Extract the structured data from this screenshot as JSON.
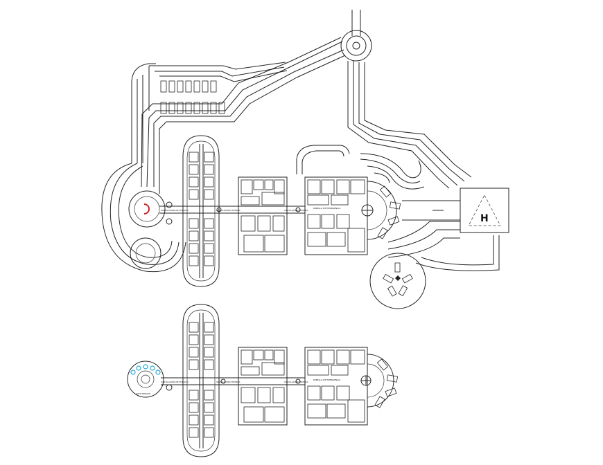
{
  "drawing": {
    "helipad_letter": "H",
    "corridor_labels": {
      "upper_left": "CIRCULACION DE PUBLICO",
      "upper_mid": "CIRCULACION TECNICA",
      "upper_right": "CIRCULACION TECNICA",
      "upper_pabellon": "PABELLO DE EMERGENCIA",
      "lower_left": "CIRCULACION DE PUBLICO",
      "lower_mid": "CIRCULACION TECNICA",
      "lower_right": "CIRCULACION TECNICA",
      "lower_pabellon": "PABELLO DE EMERGENCIA",
      "lower_round": "AUDI SERVICE"
    },
    "colors": {
      "line": "#222222",
      "accent_red": "#cc2222",
      "accent_cyan": "#22a8d8"
    }
  }
}
